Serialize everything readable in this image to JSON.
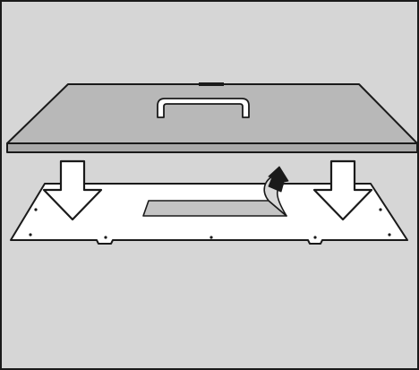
{
  "diagram": {
    "colors": {
      "background": "#d6d6d6",
      "lid_top": "#b8b8b8",
      "lid_edge": "#a9a9a9",
      "outline": "#1a1a1a",
      "white": "#ffffff",
      "strip": "#c4c4c4"
    },
    "elements": [
      "cover-lid",
      "lid-handle",
      "base-plate",
      "adhesive-strip",
      "peel-arrow",
      "down-arrow-left",
      "down-arrow-right"
    ]
  }
}
